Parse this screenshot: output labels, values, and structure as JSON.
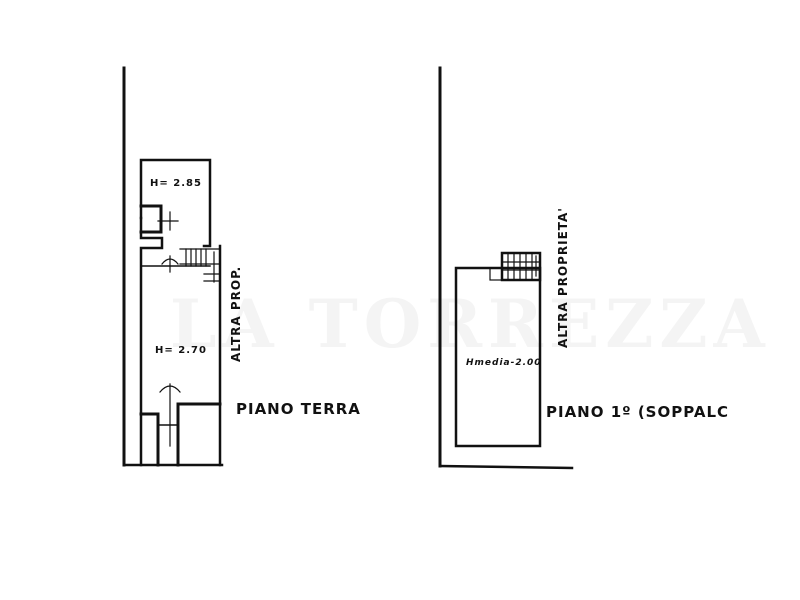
{
  "drawing": {
    "type": "floor-plan",
    "watermark": "LA TORREZZA",
    "plans": [
      {
        "id": "ground",
        "title": "PIANO TERRA",
        "rooms": [
          {
            "label": "H= 2.85"
          },
          {
            "label": "H= 2.70"
          }
        ],
        "side_note": "ALTRA PROP."
      },
      {
        "id": "first",
        "title": "PIANO 1º (SOPPALC",
        "rooms": [
          {
            "label": "Hmedia-2.00"
          }
        ],
        "side_note": "ALTRA PROPRIETA'"
      }
    ]
  },
  "colors": {
    "line": "#111111",
    "background": "#ffffff"
  }
}
